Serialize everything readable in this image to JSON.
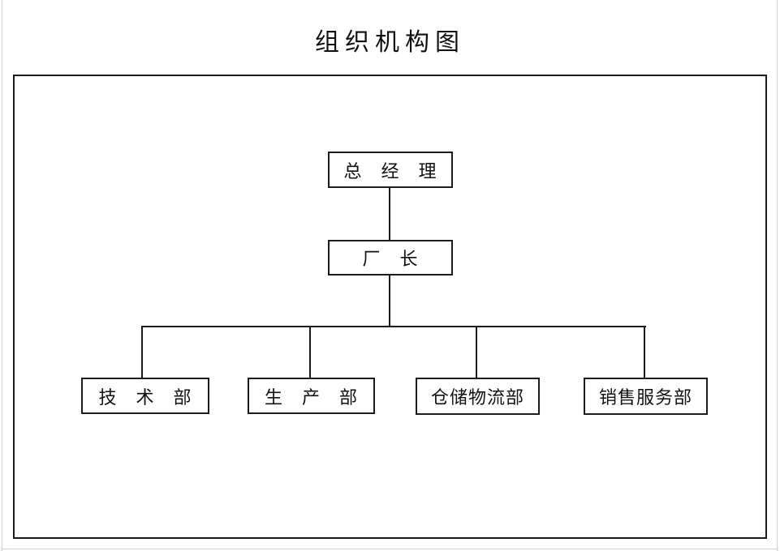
{
  "page": {
    "title": "组织机构图",
    "background_color": "#ffffff",
    "line_color": "#1c1c1c",
    "text_color": "#111111",
    "page_edge_color": "#d2d2d2"
  },
  "org_chart": {
    "nodes": [
      {
        "id": "general-manager",
        "label": "总　经　理",
        "level": 1
      },
      {
        "id": "factory-director",
        "label": "厂　长",
        "level": 2
      },
      {
        "id": "technical-dept",
        "label": "技　术　部",
        "level": 3
      },
      {
        "id": "production-dept",
        "label": "生　产　部",
        "level": 3
      },
      {
        "id": "warehouse-logistics-dept",
        "label": "仓储物流部",
        "level": 3
      },
      {
        "id": "sales-service-dept",
        "label": "销售服务部",
        "level": 3
      }
    ],
    "hierarchy": [
      {
        "parent": "general-manager",
        "child": "factory-director"
      },
      {
        "parent": "factory-director",
        "child": "technical-dept"
      },
      {
        "parent": "factory-director",
        "child": "production-dept"
      },
      {
        "parent": "factory-director",
        "child": "warehouse-logistics-dept"
      },
      {
        "parent": "factory-director",
        "child": "sales-service-dept"
      }
    ]
  }
}
